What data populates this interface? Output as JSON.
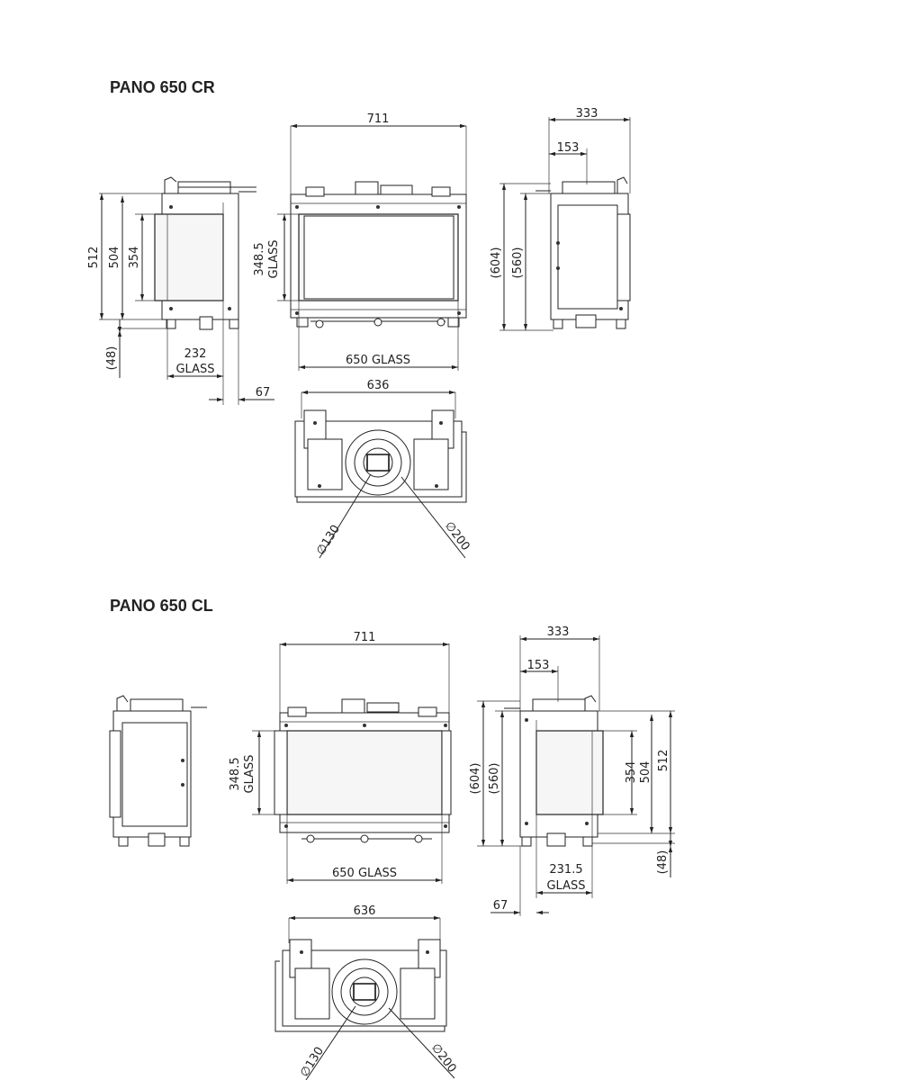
{
  "sections": [
    {
      "title": "PANO 650 CR",
      "dims": {
        "d711": "711",
        "d333": "333",
        "d153": "153",
        "d512": "512",
        "d504": "504",
        "d354": "354",
        "d348": "348.5",
        "glass_word": "GLASS",
        "d604": "(604)",
        "d560": "(560)",
        "d48": "(48)",
        "d232": "232",
        "d650": "650 GLASS",
        "d67": "67",
        "d636": "636",
        "d130": "∅130",
        "d200": "∅200"
      }
    },
    {
      "title": "PANO 650 CL",
      "dims": {
        "d711": "711",
        "d333": "333",
        "d153": "153",
        "d512": "512",
        "d504": "504",
        "d354": "354",
        "d348": "348.5",
        "glass_word": "GLASS",
        "d604": "(604)",
        "d560": "(560)",
        "d48": "(48)",
        "d231": "231.5",
        "d650": "650 GLASS",
        "d67": "67",
        "d636": "636",
        "d130": "∅130",
        "d200": "∅200"
      }
    }
  ]
}
